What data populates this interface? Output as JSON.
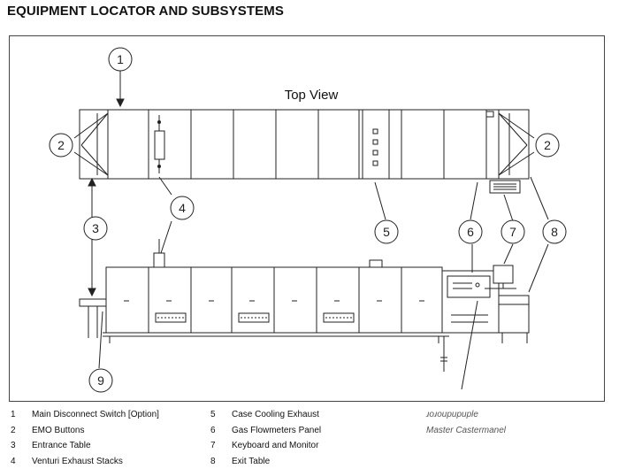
{
  "title": "EQUIPMENT LOCATOR AND SUBSYSTEMS",
  "diagram": {
    "top_view_label": "Top View",
    "callouts": [
      "1",
      "2",
      "2",
      "3",
      "4",
      "5",
      "6",
      "7",
      "8",
      "9"
    ]
  },
  "legend": [
    {
      "num": "1",
      "label": "Main Disconnect Switch [Option]"
    },
    {
      "num": "2",
      "label": "EMO Buttons"
    },
    {
      "num": "3",
      "label": "Entrance Table"
    },
    {
      "num": "4",
      "label": "Venturi Exhaust Stacks"
    },
    {
      "num": "5",
      "label": "Case Cooling Exhaust"
    },
    {
      "num": "6",
      "label": "Gas Flowmeters Panel"
    },
    {
      "num": "7",
      "label": "Keyboard and Monitor"
    },
    {
      "num": "8",
      "label": "Exit Table"
    }
  ],
  "legend_fragments": [
    "ɹoɹoupupuple",
    "Master Castermanel"
  ]
}
